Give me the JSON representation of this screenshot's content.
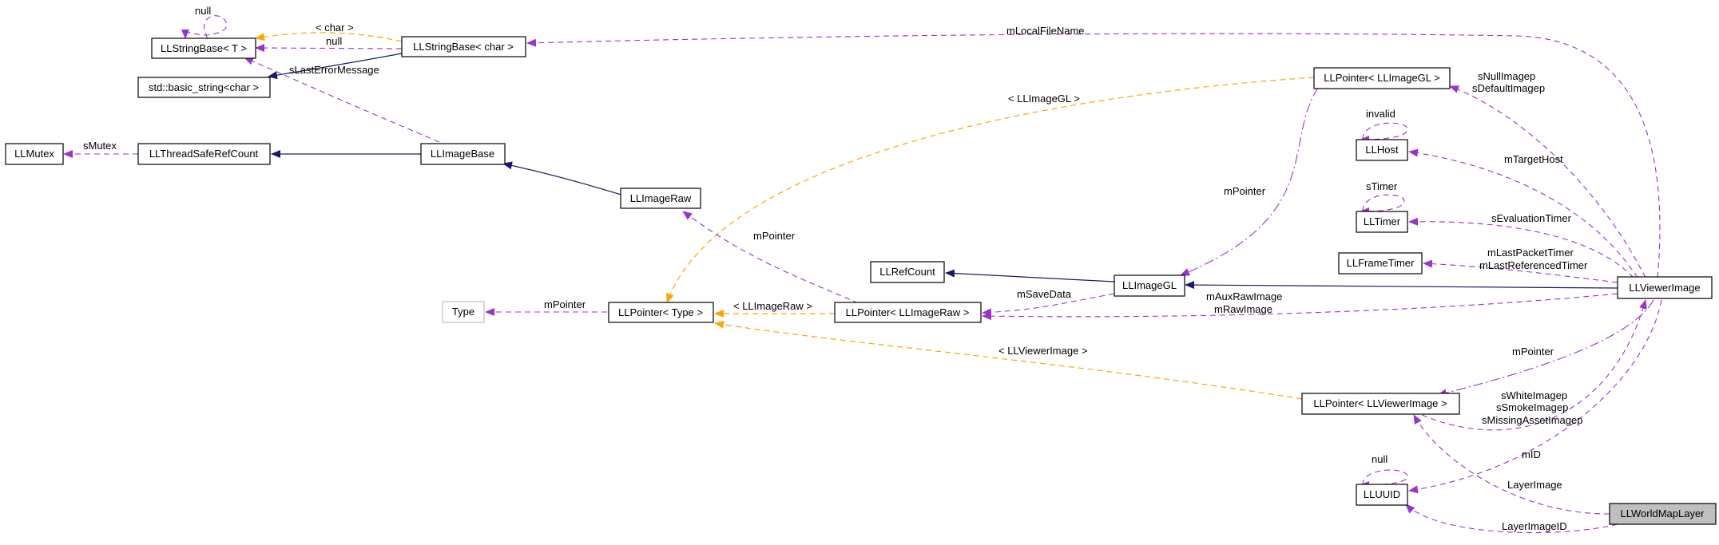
{
  "colors": {
    "inheritance": "#191970",
    "usage": "#9a32cd",
    "template": "#ffa500",
    "focus_fill": "#bfbfbf",
    "undocumented_border": "#bfbfbf"
  },
  "nodes": {
    "llstringbase_t": "LLStringBase< T >",
    "llstringbase_char": "LLStringBase< char >",
    "std_basic_string": "std::basic_string<char >",
    "llmutex": "LLMutex",
    "llthreadsaferefcount": "LLThreadSafeRefCount",
    "llimagebase": "LLImageBase",
    "llimageraw": "LLImageRaw",
    "type": "Type",
    "llpointer_type": "LLPointer< Type >",
    "llrefcount": "LLRefCount",
    "llpointer_llimageraw": "LLPointer< LLImageRaw >",
    "llimagegl": "LLImageGL",
    "llpointer_llimagegl": "LLPointer< LLImageGL >",
    "llhost": "LLHost",
    "lltimer": "LLTimer",
    "llframetimer": "LLFrameTimer",
    "llviewerimage": "LLViewerImage",
    "llpointer_llviewerimage": "LLPointer< LLViewerImage >",
    "lluuid": "LLUUID",
    "llworldmaplayer": "LLWorldMapLayer"
  },
  "labels": {
    "null_stringbase_self": "null",
    "char_template": "< char >",
    "null_stringbase": "null",
    "slasterrormessage": "sLastErrorMessage",
    "smutex": "sMutex",
    "mlocalfilename": "mLocalFileName",
    "llimagegl_template": "< LLImageGL >",
    "snullimagep": "sNullImagep",
    "sdefaultimagep": "sDefaultImagep",
    "invalid": "invalid",
    "mtargethost": "mTargetHost",
    "stimer": "sTimer",
    "sevaluationtimer": "sEvaluationTimer",
    "mpointer_gl": "mPointer",
    "mlastpackettimer": "mLastPacketTimer",
    "mlastreferencedtimer": "mLastReferencedTimer",
    "mpointer_raw": "mPointer",
    "mpointer_type": "mPointer",
    "llimageraw_template": "< LLImageRaw >",
    "msavedata": "mSaveData",
    "mauxrawimage": "mAuxRawImage",
    "mrawimage": "mRawImage",
    "llviewerimage_template": "< LLViewerImage >",
    "mpointer_viewer": "mPointer",
    "swhiteimagep": "sWhiteImagep",
    "ssmokeimagep": "sSmokeImagep",
    "smissingassetimagep": "sMissingAssetImagep",
    "null_uuid": "null",
    "mid": "mID",
    "layerimage": "LayerImage",
    "layerimageid": "LayerImageID"
  }
}
